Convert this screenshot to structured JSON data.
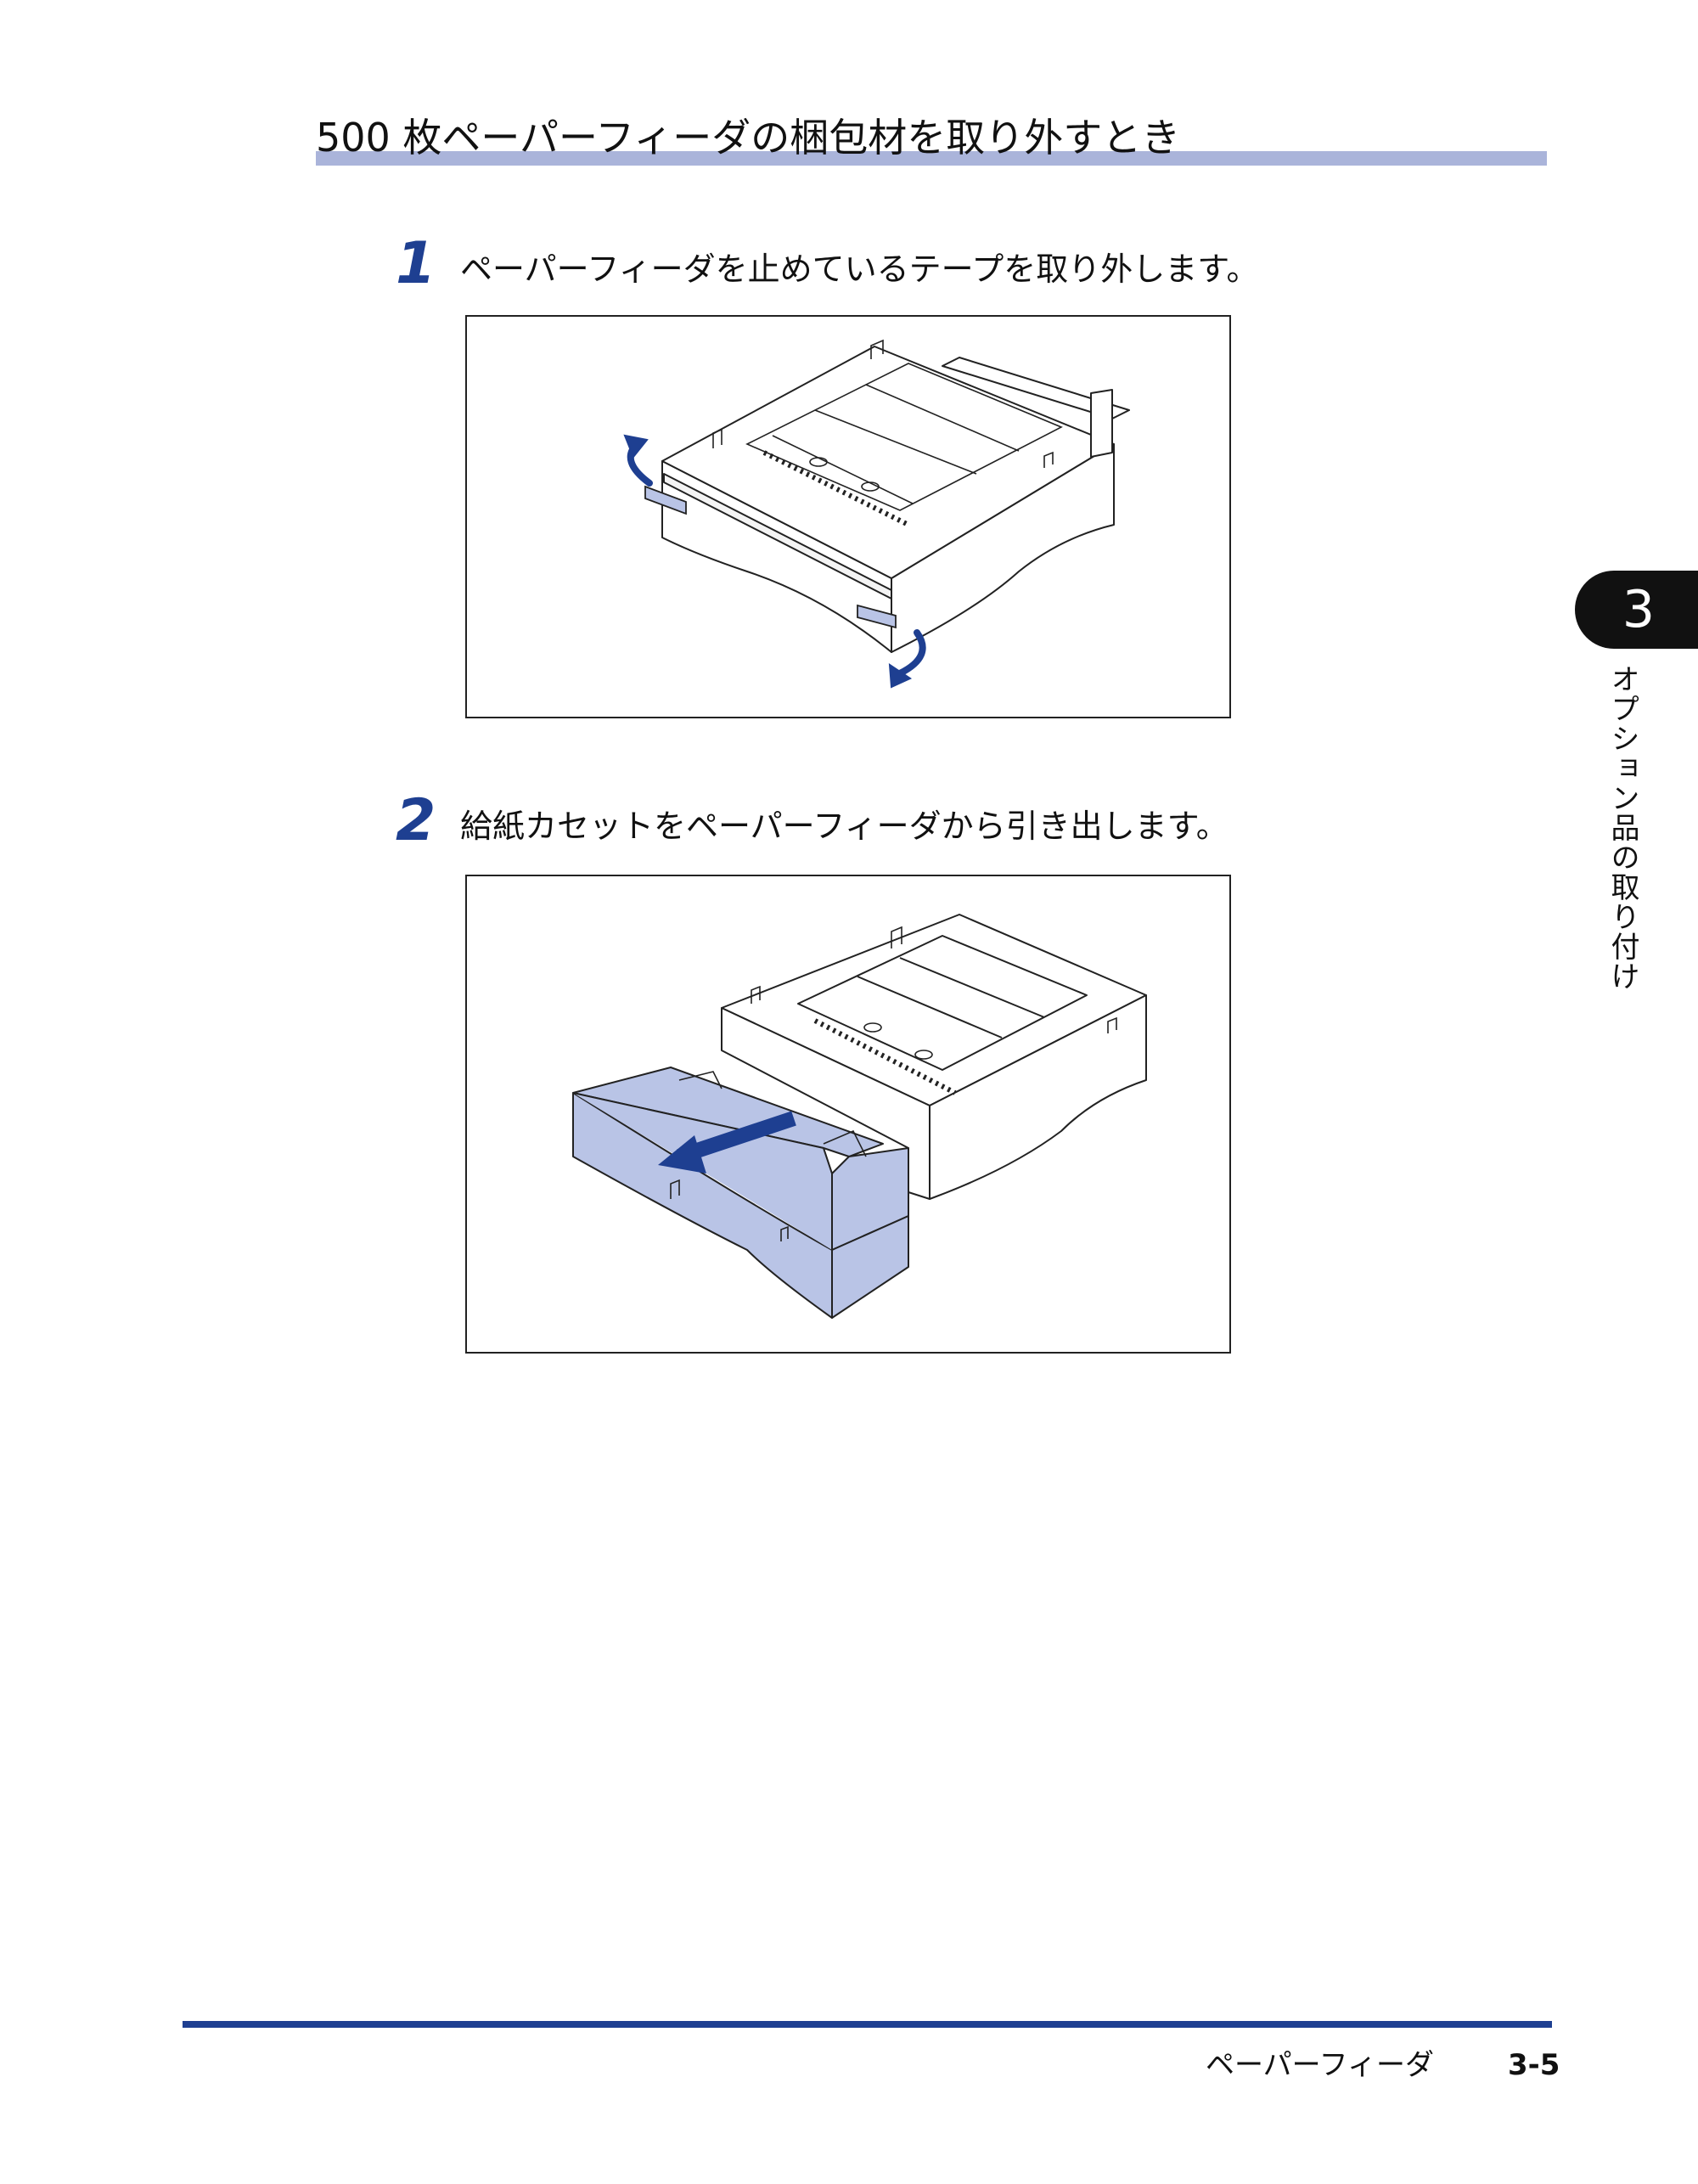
{
  "section": {
    "title": "500 枚ペーパーフィーダの梱包材を取り外すとき"
  },
  "steps": [
    {
      "number": "1",
      "text": "ペーパーフィーダを止めているテープを取り外します。"
    },
    {
      "number": "2",
      "text": "給紙カセットをペーパーフィーダから引き出します。"
    }
  ],
  "sidebar": {
    "chapter_number": "3",
    "chapter_title": "オプション品の取り付け"
  },
  "footer": {
    "section_name": "ペーパーフィーダ",
    "page_number": "3-5"
  },
  "colors": {
    "accent": "#1e3f91",
    "title_band": "#aab4da",
    "tray_fill": "#b9c4e6"
  }
}
